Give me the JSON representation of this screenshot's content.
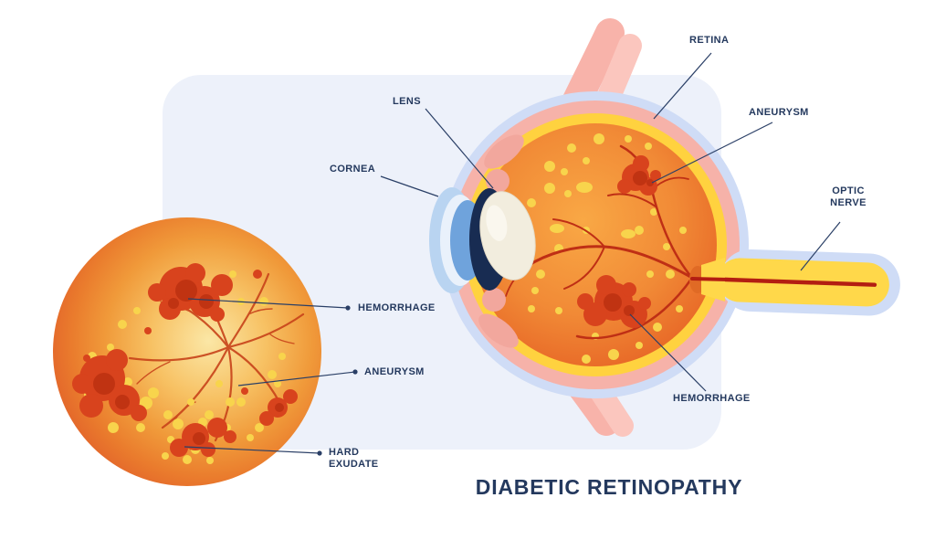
{
  "title": "DIABETIC RETINOPATHY",
  "eye_labels": {
    "lens": "LENS",
    "cornea": "CORNEA",
    "retina": "RETINA",
    "aneurysm": "ANEURYSM",
    "optic_nerve": "OPTIC NERVE",
    "hemorrhage": "HEMORRHAGE"
  },
  "fundus_labels": {
    "hemorrhage": "HEMORRHAGE",
    "aneurysm": "ANEURYSM",
    "hard_exudate": "HARD EXUDATE"
  },
  "colors": {
    "label_text": "#24395e",
    "background_panel": "#edf1fa",
    "sclera_outer_blue": "#cfdcf6",
    "choroid_pink": "#f6b2a9",
    "retina_yellow": "#ffd23f",
    "vitreous_orange": "#ee7e30",
    "hemorrhage_red": "#d8431d",
    "hemorrhage_core_red": "#c03312",
    "exudate_yellow": "#f8d44c",
    "optic_nerve_yellow": "#ffd84a",
    "nerve_vessel_red": "#b31e12",
    "muscle_pink": "#f8b3aa",
    "ciliary_pink": "#f2a79d",
    "lens_cream": "#f2edde",
    "cornea_light_blue": "#b9d4f1",
    "cornea_deep_blue": "#6fa3dc",
    "iris_navy": "#182c52",
    "vessel_red": "#c8431a",
    "pointer_line": "#2a3f66"
  }
}
